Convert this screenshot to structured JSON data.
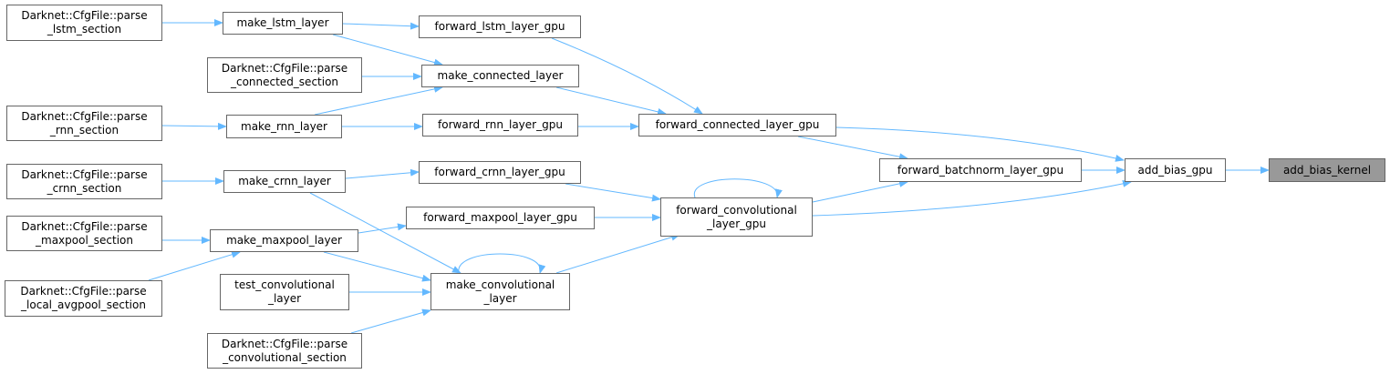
{
  "nodes": {
    "parse_lstm": [
      "Darknet::CfgFile::parse",
      "_lstm_section"
    ],
    "make_lstm": [
      "make_lstm_layer"
    ],
    "forward_lstm": [
      "forward_lstm_layer_gpu"
    ],
    "parse_connected": [
      "Darknet::CfgFile::parse",
      "_connected_section"
    ],
    "make_connected": [
      "make_connected_layer"
    ],
    "parse_rnn": [
      "Darknet::CfgFile::parse",
      "_rnn_section"
    ],
    "make_rnn": [
      "make_rnn_layer"
    ],
    "forward_rnn": [
      "forward_rnn_layer_gpu"
    ],
    "forward_connected": [
      "forward_connected_layer_gpu"
    ],
    "parse_crnn": [
      "Darknet::CfgFile::parse",
      "_crnn_section"
    ],
    "make_crnn": [
      "make_crnn_layer"
    ],
    "forward_crnn": [
      "forward_crnn_layer_gpu"
    ],
    "forward_batchnorm": [
      "forward_batchnorm_layer_gpu"
    ],
    "add_bias_gpu": [
      "add_bias_gpu"
    ],
    "add_bias_kernel": [
      "add_bias_kernel"
    ],
    "forward_conv": [
      "forward_convolutional",
      "_layer_gpu"
    ],
    "forward_maxpool": [
      "forward_maxpool_layer_gpu"
    ],
    "parse_maxpool": [
      "Darknet::CfgFile::parse",
      "_maxpool_section"
    ],
    "make_maxpool": [
      "make_maxpool_layer"
    ],
    "parse_local_avgpool": [
      "Darknet::CfgFile::parse",
      "_local_avgpool_section"
    ],
    "test_conv": [
      "test_convolutional",
      "_layer"
    ],
    "make_conv": [
      "make_convolutional",
      "_layer"
    ],
    "parse_conv": [
      "Darknet::CfgFile::parse",
      "_convolutional_section"
    ]
  },
  "colors": {
    "edge": "#63b8ff",
    "node_border": "#666666",
    "current_fill": "#999999"
  }
}
